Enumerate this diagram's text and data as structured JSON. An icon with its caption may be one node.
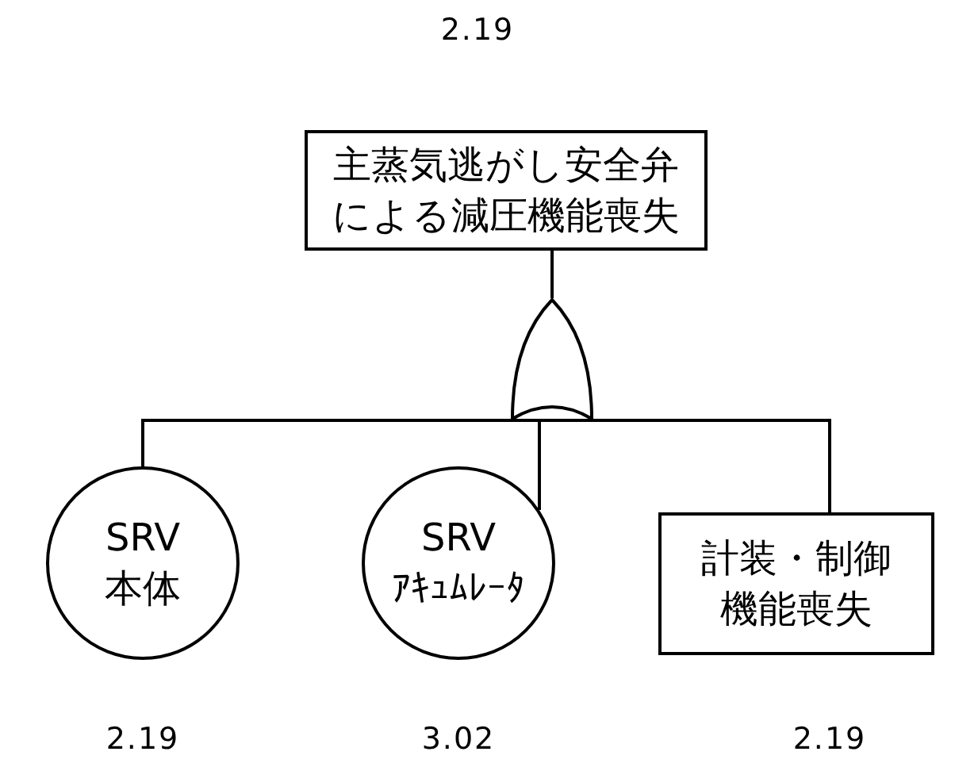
{
  "diagram": {
    "nodes": [
      {
        "text": [
          "主蒸気逃がし安全弁による減圧機能喪失"
        ],
        "beside": [
          "2.19"
        ]
      },
      {
        "text": [],
        "shape": "gate"
      },
      {
        "text": [
          "SRV",
          "本体"
        ],
        "beside": [
          "2.19"
        ]
      },
      {
        "text": [
          "SRV",
          "ｱｷｭﾑﾚｰﾀ"
        ],
        "beside": [
          "3.02"
        ]
      },
      {
        "text": [
          "計装・制御機能喪失"
        ],
        "beside": [
          "2.19"
        ]
      }
    ],
    "edges": [
      {
        "from": 1,
        "to": 0,
        "arrow": "none"
      },
      {
        "from": 1,
        "to": 2,
        "arrow": "none"
      },
      {
        "from": 1,
        "to": 3,
        "arrow": "none"
      },
      {
        "from": 1,
        "to": 4,
        "arrow": "none"
      }
    ]
  }
}
